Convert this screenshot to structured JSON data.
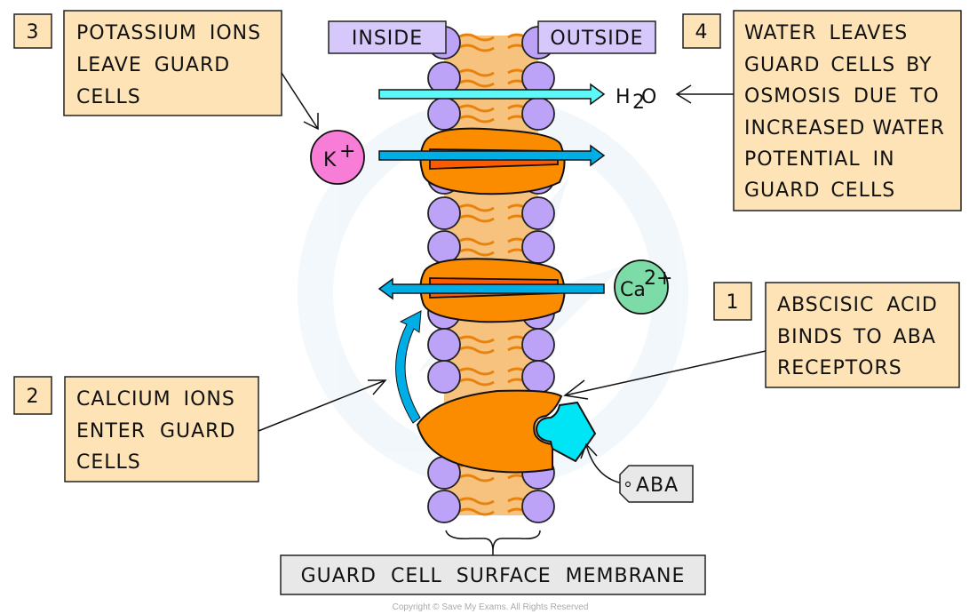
{
  "labels": {
    "inside": "INSIDE",
    "outside": "OUTSIDE",
    "water": "H",
    "water_sub": "2",
    "water_end": "O",
    "potassium": "K",
    "potassium_sup": "+",
    "calcium": "Ca",
    "calcium_sup": "2+",
    "aba_tag": "ABA",
    "membrane": "GUARD CELL SURFACE MEMBRANE"
  },
  "steps": [
    {
      "number": "1",
      "lines": [
        "ABSCISIC ACID",
        "BINDS TO ABA",
        "RECEPTORS"
      ]
    },
    {
      "number": "2",
      "lines": [
        "CALCIUM IONS",
        "ENTER GUARD",
        "CELLS"
      ]
    },
    {
      "number": "3",
      "lines": [
        "POTASSIUM IONS",
        "LEAVE GUARD",
        "CELLS"
      ]
    },
    {
      "number": "4",
      "lines": [
        "WATER LEAVES",
        "GUARD CELLS BY",
        "OSMOSIS DUE TO",
        "INCREASED WATER",
        "POTENTIAL IN",
        "GUARD CELLS"
      ]
    }
  ],
  "copyright": "Copyright © Save My Exams. All Rights Reserved",
  "colors": {
    "phospholipid_head": "#bca3f7",
    "membrane_core": "#f7c27e",
    "channel_protein": "#fb8c00",
    "channel_pore": "#ff5a00",
    "water_arrow": "#5ef8f8",
    "ion_arrow": "#00aee6",
    "potassium_ion": "#f77dd7",
    "calcium_ion": "#7ddba8",
    "aba": "#00e5f5",
    "label_box": "#fde3b5",
    "side_label_box": "#d6c8fb"
  }
}
